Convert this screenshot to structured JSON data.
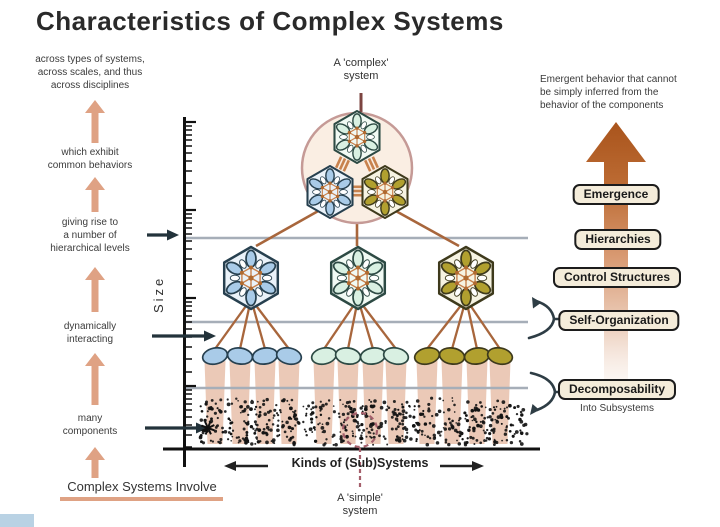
{
  "title": "Characteristics of Complex Systems",
  "left_column": {
    "steps": [
      "across types of systems,\nacross scales, and thus\nacross disciplines",
      "which exhibit\ncommon behaviors",
      "giving rise to\na number of\nhierarchical levels",
      "dynamically\ninteracting",
      "many\ncomponents"
    ],
    "footer_label": "Complex Systems Involve"
  },
  "diagram": {
    "y_axis_label": "Size",
    "x_axis_label": "Kinds of  (Sub)Systems",
    "top_node_label": "A 'complex'\nsystem",
    "bottom_node_label": "A 'simple'\nsystem"
  },
  "right_column": {
    "note": "Emergent behavior that cannot\nbe simply inferred from the\nbehavior of the components",
    "labels": [
      "Emergence",
      "Hierarchies",
      "Control Structures",
      "Self-Organization",
      "Decomposability"
    ],
    "sublabel": "Into Subsystems"
  },
  "colors": {
    "tan": "#dfa284",
    "leg": "#a8663c",
    "web": "#c8824e",
    "web_dot": "#b06a30",
    "gray_line": "#a6aeb8",
    "funnel": "#e7c0aa",
    "ink": "#1d1d1d",
    "blue": "#a9cbe8",
    "blue_tint": "#eaf2f9",
    "blue_stroke": "#27404f",
    "mint": "#d9f0e2",
    "mint_tint": "#f1faf4",
    "mint_stroke": "#2d4a44",
    "olive": "#b1a02f",
    "olive_tint": "#f6f3e2",
    "olive_stroke": "#3e3a1c",
    "circle_fill": "#faeee3",
    "circle_stroke": "#c59a96",
    "dashed": "#a45f6b",
    "big_arrow_top": "#a9541c",
    "box_fill": "#f4ecda",
    "corner_blue": "#b9d2e4"
  }
}
